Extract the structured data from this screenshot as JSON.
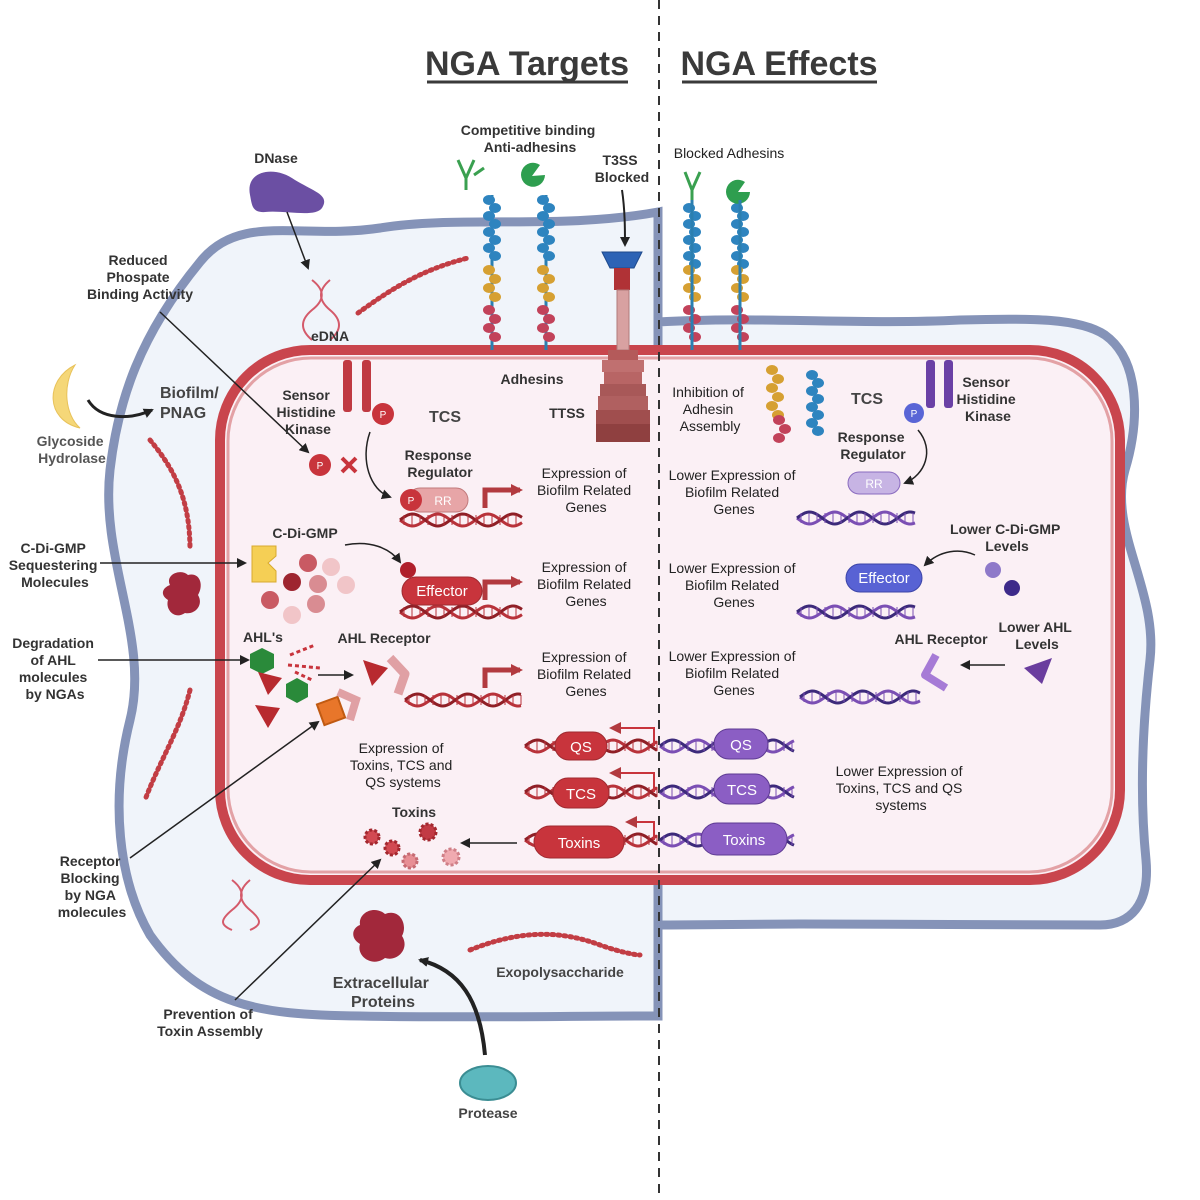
{
  "headings": {
    "left": "NGA Targets",
    "right": "NGA Effects"
  },
  "left_side": {
    "dnase": "DNase",
    "edna": "eDNA",
    "reduced_phosphate": [
      "Reduced",
      "Phospate",
      "Binding Activity"
    ],
    "biofilm_pnag": [
      "Biofilm/",
      "PNAG"
    ],
    "glycoside_hydrolase": [
      "Glycoside",
      "Hydrolase"
    ],
    "cdigmp_sequester": [
      "C-Di-GMP",
      "Sequestering",
      "Molecules"
    ],
    "degradation_ahl": [
      "Degradation",
      "of AHL",
      "molecules",
      "by NGAs"
    ],
    "receptor_blocking": [
      "Receptor",
      "Blocking",
      "by NGA",
      "molecules"
    ],
    "prevention_toxin": [
      "Prevention of",
      "Toxin Assembly"
    ],
    "extracellular_proteins": [
      "Extracellular",
      "Proteins"
    ],
    "exopolysaccharide": "Exopolysaccharide",
    "protease": "Protease",
    "competitive_binding": [
      "Competitive binding",
      "Anti-adhesins"
    ],
    "t3ss_blocked": [
      "T3SS",
      "Blocked"
    ],
    "adhesins": "Adhesins",
    "ttss": "TTSS",
    "sensor_histidine_kinase": [
      "Sensor",
      "Histidine",
      "Kinase"
    ],
    "tcs": "TCS",
    "response_regulator": [
      "Response",
      "Regulator"
    ],
    "cdigmp": "C-Di-GMP",
    "effector": "Effector",
    "ahls": "AHL's",
    "ahl_receptor": "AHL Receptor",
    "expression_biofilm": [
      "Expression of",
      "Biofilm Related",
      "Genes"
    ],
    "expression_toxins": [
      "Expression of",
      "Toxins, TCS and",
      "QS systems"
    ],
    "toxins": "Toxins",
    "pill_qs": "QS",
    "pill_tcs": "TCS",
    "pill_toxins": "Toxins",
    "p": "P",
    "rr": "RR"
  },
  "right_side": {
    "blocked_adhesins": "Blocked Adhesins",
    "inhibition_adhesin": [
      "Inhibition of",
      "Adhesin",
      "Assembly"
    ],
    "tcs": "TCS",
    "sensor_histidine_kinase": [
      "Sensor",
      "Histidine",
      "Kinase"
    ],
    "response_regulator": [
      "Response",
      "Regulator"
    ],
    "lower_expression_biofilm": [
      "Lower Expression of",
      "Biofilm Related",
      "Genes"
    ],
    "lower_cdigmp": [
      "Lower C-Di-GMP",
      "Levels"
    ],
    "effector": "Effector",
    "ahl_receptor": "AHL Receptor",
    "lower_ahl": [
      "Lower AHL",
      "Levels"
    ],
    "pill_qs": "QS",
    "pill_tcs": "TCS",
    "pill_toxins": "Toxins",
    "lower_expression_toxins": [
      "Lower Expression of",
      "Toxins, TCS and QS",
      "systems"
    ],
    "p": "P",
    "rr": "RR"
  },
  "colors": {
    "outer_membrane": "#8593b8",
    "inner_membrane": "#c9454d",
    "red_accent": "#b8323a",
    "purple_accent": "#7b4fb4",
    "background_fill": "#f0f4fa",
    "cell_fill": "#fbf0f5"
  }
}
